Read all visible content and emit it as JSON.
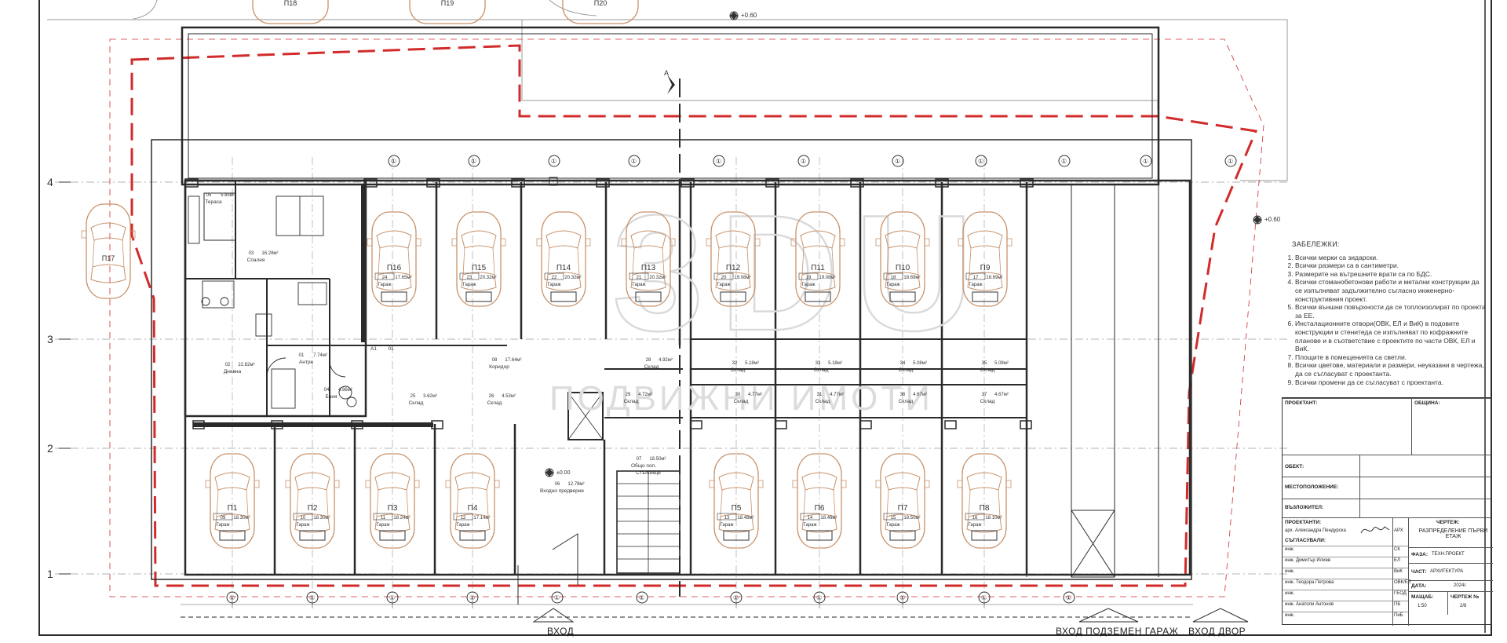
{
  "colors": {
    "line": "#2a2a2a",
    "grid": "#9a9a9a",
    "red_boundary": "#d22b2b",
    "car": "#c8926a",
    "watermark": "#d9d9d9"
  },
  "level_marks": {
    "top": "+0.60",
    "right": "+0.60",
    "entrance": "±0.00"
  },
  "north_mark": "A",
  "axes": {
    "rows": [
      "4",
      "3",
      "2",
      "1"
    ],
    "columns": [
      "①",
      "①",
      "①",
      "①",
      "①",
      "①",
      "①",
      "①",
      "①",
      "①",
      "①"
    ]
  },
  "watermark": {
    "big": "3DU",
    "small": "ПОДВИЖНИ ИМОТИ"
  },
  "top_spaces": [
    "П18",
    "П19",
    "П20"
  ],
  "side_space": "П17",
  "upper_garages": [
    {
      "id": "П16",
      "room": "24",
      "area": "17.65м²",
      "label": "Гараж"
    },
    {
      "id": "П15",
      "room": "23",
      "area": "20.32м²",
      "label": "Гараж"
    },
    {
      "id": "П14",
      "room": "22",
      "area": "20.32м²",
      "label": "Гараж"
    },
    {
      "id": "П13",
      "room": "21",
      "area": "20.32м²",
      "label": "Гараж"
    },
    {
      "id": "П12",
      "room": "20",
      "area": "19.08м²",
      "label": "Гараж"
    },
    {
      "id": "П11",
      "room": "19",
      "area": "19.08м²",
      "label": "Гараж"
    },
    {
      "id": "П10",
      "room": "18",
      "area": "18.69м²",
      "label": "Гараж"
    },
    {
      "id": "П9",
      "room": "17",
      "area": "18.69м²",
      "label": "Гараж"
    }
  ],
  "lower_garages": [
    {
      "id": "П1",
      "room": "09",
      "area": "18.30м²",
      "label": "Гараж"
    },
    {
      "id": "П2",
      "room": "10",
      "area": "18.30м²",
      "label": "Гараж"
    },
    {
      "id": "П3",
      "room": "11",
      "area": "18.24м²",
      "label": "Гараж"
    },
    {
      "id": "П4",
      "room": "12",
      "area": "17.14м²",
      "label": "Гараж"
    },
    {
      "id": "П5",
      "room": "13",
      "area": "18.48м²",
      "label": "Гараж"
    },
    {
      "id": "П6",
      "room": "14",
      "area": "18.48м²",
      "label": "Гараж"
    },
    {
      "id": "П7",
      "room": "15",
      "area": "18.50м²",
      "label": "Гараж"
    },
    {
      "id": "П8",
      "room": "16",
      "area": "18.10м²",
      "label": "Гараж"
    }
  ],
  "rooms": {
    "terrace": {
      "num": "05",
      "area": "5.85м²",
      "name": "Тераса"
    },
    "bedroom": {
      "num": "03",
      "area": "16.28м²",
      "name": "Спалня"
    },
    "living": {
      "num": "02",
      "area": "22.82м²",
      "name": "Дневна"
    },
    "antre": {
      "num": "01",
      "area": "7.74м²",
      "name": "Антре"
    },
    "bath": {
      "num": "04",
      "area": "4.86м²",
      "name": "Баня"
    },
    "corridor": {
      "num": "08",
      "area": "17.64м²",
      "name": "Коридор"
    },
    "lobby": {
      "num": "06",
      "area": "12.78м²",
      "name": "Входно предверие"
    },
    "stairs": {
      "num": "07",
      "area": "18.50м²",
      "name": "Общо пол.",
      "name2": "Стълбище"
    },
    "apartment": {
      "a": "A1",
      "b": "01"
    }
  },
  "storages": [
    {
      "num": "25",
      "area": "3.62м²",
      "name": "Склад"
    },
    {
      "num": "26",
      "area": "4.53м²",
      "name": "Склад"
    },
    {
      "num": "28",
      "area": "4.92м²",
      "name": "Склад"
    },
    {
      "num": "32",
      "area": "5.18м²",
      "name": "Склад"
    },
    {
      "num": "33",
      "area": "5.18м²",
      "name": "Склад"
    },
    {
      "num": "34",
      "area": "5.08м²",
      "name": "Склад"
    },
    {
      "num": "35",
      "area": "5.08м²",
      "name": "Склад"
    },
    {
      "num": "29",
      "area": "4.72м²",
      "name": "Склад"
    },
    {
      "num": "30",
      "area": "4.77м²",
      "name": "Склад"
    },
    {
      "num": "31",
      "area": "4.77м²",
      "name": "Склад"
    },
    {
      "num": "36",
      "area": "4.67м²",
      "name": "Склад"
    },
    {
      "num": "37",
      "area": "4.67м²",
      "name": "Склад"
    }
  ],
  "notes": {
    "title": "ЗАБЕЛЕЖКИ:",
    "items": [
      "Всички мерки са зидарски.",
      "Всички размери са в сантиметри.",
      "Размерите на вътрешните врати са по БДС.",
      "Всички стоманобетонови работи и метални конструкции да се изпълняват задължително съгласно инженерно-конструктивния проект.",
      "Всички външни повърхности да се топлоизолират по проекта за ЕЕ.",
      "Инсталационните отвори(ОВК, ЕЛ и ВиК) в подовите конструкции и стенитеда се изпълняват по кофражните планове и в съответствие с проектите по части ОВК, ЕЛ и ВиК.",
      "Площите в помещенията са светли.",
      "Всички цветове, материали и размери, неуказани в чертежа, да се съгласуват с проектанта.",
      "Всички промени да се съгласуват с проектанта."
    ]
  },
  "title_block": {
    "designer_h": "ПРОЕКТАНТ:",
    "municipality_h": "ОБЩИНА:",
    "object_h": "ОБЕКТ:",
    "location_h": "МЕСТОПОЛОЖЕНИЕ:",
    "client_h": "ВЪЗЛОЖИТЕЛ:",
    "designers_h": "ПРОЕКТАНТИ:",
    "architect": "арх. Александра Пендурска",
    "architect_part": "АРХ",
    "approved_h": "СЪГЛАСУВАЛИ:",
    "approvals": [
      {
        "name": "инж.",
        "part": "СК"
      },
      {
        "name": "инж. Димитър Илиев",
        "part": "ЕЛ"
      },
      {
        "name": "инж.",
        "part": "ВиК"
      },
      {
        "name": "инж. Теодора Петрова",
        "part": "ОВК/EE"
      },
      {
        "name": "инж.",
        "part": "ГЕОД"
      },
      {
        "name": "инж. Анатоли Антонов",
        "part": "ПБ"
      },
      {
        "name": "инж.",
        "part": "ПиБ"
      }
    ],
    "drawing_h": "ЧЕРТЕЖ:",
    "drawing": "РАЗПРЕДЕЛЕНИЕ ПЪРВИ ЕТАЖ",
    "phase_h": "ФАЗА:",
    "phase": "ТЕХН.ПРОЕКТ",
    "part_h": "ЧАСТ:",
    "part": "АРХИТЕКТУРА",
    "date_h": "ДАТА:",
    "date": "2024г.",
    "scale_h": "МАЩАБ:",
    "scale": "1:50",
    "sheet_h": "ЧЕРТЕЖ №",
    "sheet": "2/8"
  },
  "bottom_labels": {
    "entrance": "ВХОД",
    "garage_entrance": "ВХОД ПОДЗЕМЕН ГАРАЖ",
    "yard_entrance": "ВХОД ДВОР"
  }
}
